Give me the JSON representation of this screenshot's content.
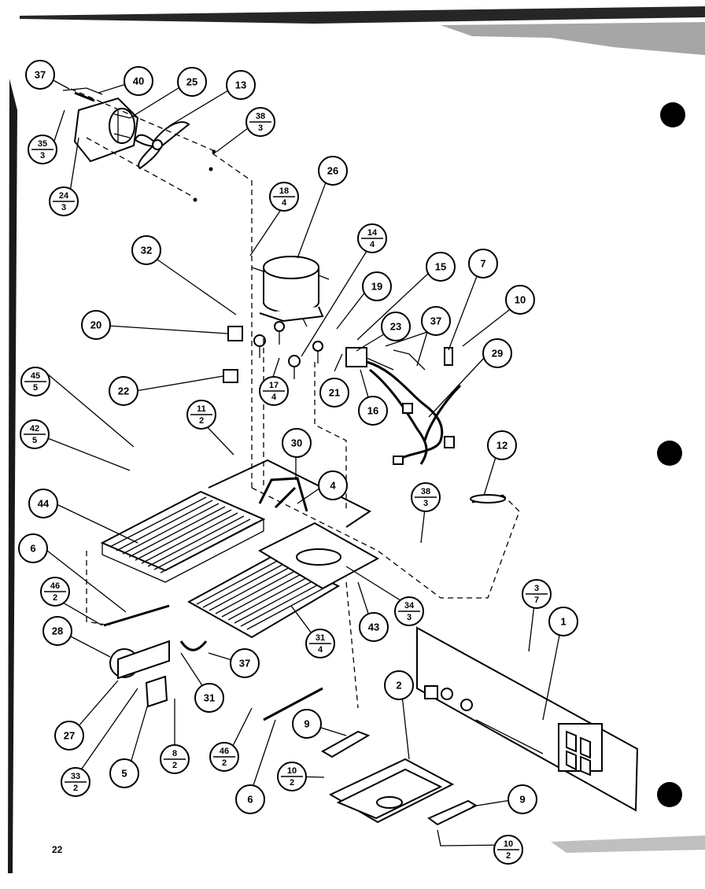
{
  "page_number": "22",
  "callouts": [
    {
      "id": "c37a",
      "top": "37"
    },
    {
      "id": "c40",
      "top": "40"
    },
    {
      "id": "c25",
      "top": "25"
    },
    {
      "id": "c13",
      "top": "13"
    },
    {
      "id": "c38a",
      "top": "38",
      "bottom": "3"
    },
    {
      "id": "c35",
      "top": "35",
      "bottom": "3"
    },
    {
      "id": "c24",
      "top": "24",
      "bottom": "3"
    },
    {
      "id": "c26",
      "top": "26"
    },
    {
      "id": "c18",
      "top": "18",
      "bottom": "4"
    },
    {
      "id": "c14",
      "top": "14",
      "bottom": "4"
    },
    {
      "id": "c32",
      "top": "32"
    },
    {
      "id": "c15",
      "top": "15"
    },
    {
      "id": "c7",
      "top": "7"
    },
    {
      "id": "c19",
      "top": "19"
    },
    {
      "id": "c10a",
      "top": "10"
    },
    {
      "id": "c20",
      "top": "20"
    },
    {
      "id": "c23",
      "top": "23"
    },
    {
      "id": "c37b",
      "top": "37"
    },
    {
      "id": "c29",
      "top": "29"
    },
    {
      "id": "c22",
      "top": "22"
    },
    {
      "id": "c17",
      "top": "17",
      "bottom": "4"
    },
    {
      "id": "c21",
      "top": "21"
    },
    {
      "id": "c16",
      "top": "16"
    },
    {
      "id": "c45",
      "top": "45",
      "bottom": "5"
    },
    {
      "id": "c11",
      "top": "11",
      "bottom": "2"
    },
    {
      "id": "c42",
      "top": "42",
      "bottom": "5"
    },
    {
      "id": "c30",
      "top": "30"
    },
    {
      "id": "c12",
      "top": "12"
    },
    {
      "id": "c4",
      "top": "4"
    },
    {
      "id": "c38b",
      "top": "38",
      "bottom": "3"
    },
    {
      "id": "c44",
      "top": "44"
    },
    {
      "id": "c6a",
      "top": "6"
    },
    {
      "id": "c46a",
      "top": "46",
      "bottom": "2"
    },
    {
      "id": "c34",
      "top": "34",
      "bottom": "3"
    },
    {
      "id": "c3",
      "top": "3",
      "bottom": "7"
    },
    {
      "id": "c43",
      "top": "43"
    },
    {
      "id": "c1",
      "top": "1"
    },
    {
      "id": "c28",
      "top": "28"
    },
    {
      "id": "c31b",
      "top": "31",
      "bottom": "4"
    },
    {
      "id": "c37c",
      "top": "37"
    },
    {
      "id": "c31a",
      "top": "31"
    },
    {
      "id": "c2",
      "top": "2"
    },
    {
      "id": "c27",
      "top": "27"
    },
    {
      "id": "c33",
      "top": "33",
      "bottom": "2"
    },
    {
      "id": "c5",
      "top": "5"
    },
    {
      "id": "c8",
      "top": "8",
      "bottom": "2"
    },
    {
      "id": "c46b",
      "top": "46",
      "bottom": "2"
    },
    {
      "id": "c9a",
      "top": "9"
    },
    {
      "id": "c10b",
      "top": "10",
      "bottom": "2"
    },
    {
      "id": "c6b",
      "top": "6"
    },
    {
      "id": "c9b",
      "top": "9"
    },
    {
      "id": "c10c",
      "top": "10",
      "bottom": "2"
    }
  ]
}
